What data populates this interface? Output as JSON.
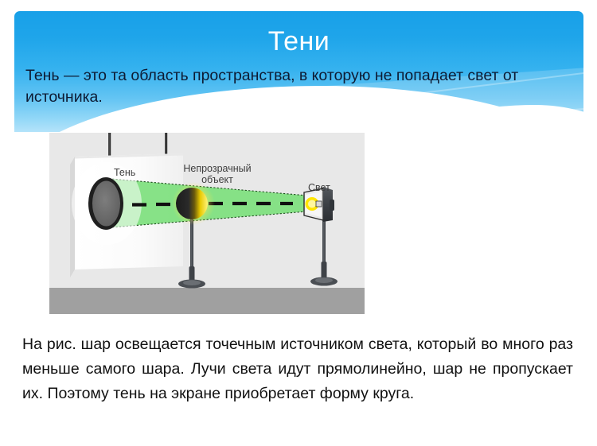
{
  "slide": {
    "title": "Тени",
    "definition": "Тень — это та область пространства, в которую не попадает свет от источника.",
    "body": "На рис. шар освещается точечным источником света, который во много раз меньше самого шара. Лучи света идут прямолинейно, шар не пропускает их. Поэтому тень на экране приобретает форму круга."
  },
  "diagram": {
    "labels": {
      "shadow": "Тень",
      "object": "Непрозрачный объект",
      "light": "Свет"
    },
    "colors": {
      "beam": "#7DE07D",
      "beam_edge": "#2f6b2f",
      "ray_axis": "#111111",
      "screen": "#fbfbfb",
      "shadow_disc": "#6e6e6e",
      "ball_dark": "#262626",
      "ball_lit": "#F2D200",
      "floor": "#a0a0a0",
      "backdrop": "#e8e8e8",
      "stand": "#4b4f54"
    }
  },
  "theme": {
    "banner_top": "#18a0e8",
    "banner_bottom": "#b4e3fa",
    "title_color": "#ffffff",
    "text_color": "#111111"
  }
}
